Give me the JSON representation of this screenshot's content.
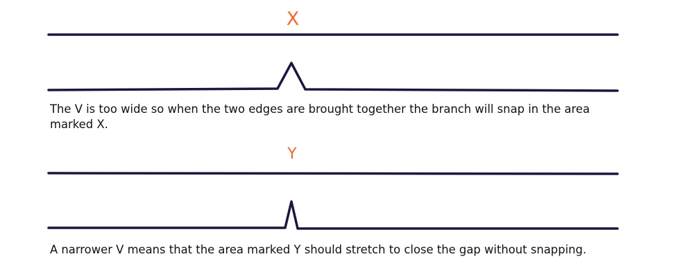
{
  "colors": {
    "line": "#1a1740",
    "marker": "#ec6a2c",
    "text": "#111111"
  },
  "panel_1": {
    "marker_label": "X",
    "caption": "The V is too wide so when the two edges are brought together the branch will snap in the area marked X."
  },
  "panel_2": {
    "marker_label": "Y",
    "caption": "A narrower V means that the area marked Y should stretch to close the gap without snapping."
  }
}
